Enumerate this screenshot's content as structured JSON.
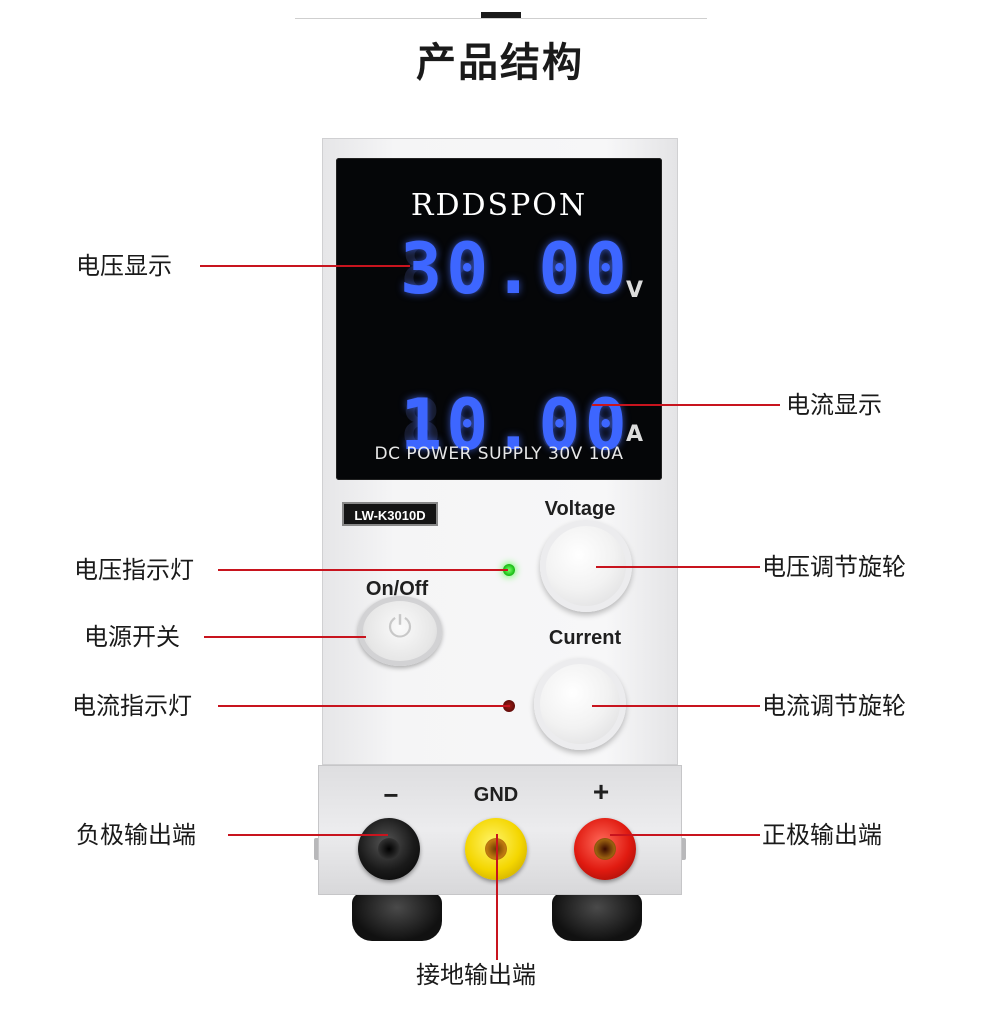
{
  "header": {
    "title": "产品结构"
  },
  "device": {
    "brand": "RDDSPON",
    "voltage_reading": "30.00",
    "current_reading": "10.00",
    "voltage_unit": "V",
    "current_unit": "A",
    "display_caption": "DC POWER SUPPLY 30V 10A",
    "model": "LW-K3010D",
    "voltage_label": "Voltage",
    "current_label": "Current",
    "power_label": "On/Off",
    "negative_label": "−",
    "ground_label": "GND",
    "positive_label": "+",
    "power_icon": "power-icon"
  },
  "callouts": {
    "voltage_display": "电压显示",
    "current_display": "电流显示",
    "voltage_indicator": "电压指示灯",
    "power_switch": "电源开关",
    "current_indicator": "电流指示灯",
    "negative_output": "负极输出端",
    "voltage_knob": "电压调节旋轮",
    "current_knob": "电流调节旋轮",
    "positive_output": "正极输出端",
    "ground_output": "接地输出端"
  },
  "colors": {
    "leader_line": "#c8141e",
    "led_digits": "#3d66ff",
    "voltage_led": "#1fc41a",
    "current_led": "#5a0a08",
    "positive_terminal": "#e01a10",
    "ground_terminal": "#f4d600",
    "negative_terminal": "#1a1a1a"
  }
}
